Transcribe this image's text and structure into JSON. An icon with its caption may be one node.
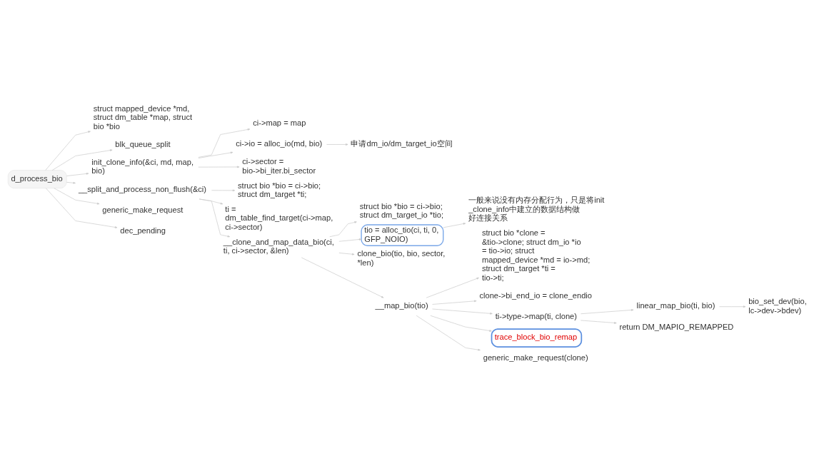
{
  "diagram": {
    "nodes": [
      {
        "text": [
          "d_process_bio"
        ]
      },
      {
        "text": [
          "struct mapped_device *md, struct dm_table *map, struct bio *bio"
        ]
      },
      {
        "text": [
          "blk_queue_split"
        ]
      },
      {
        "text": [
          "init_clone_info(&ci, md, map, bio)"
        ]
      },
      {
        "text": [
          "ci->map = map"
        ]
      },
      {
        "text": [
          "ci->io = alloc_io(md, bio)"
        ]
      },
      {
        "text": [
          "申请dm_io/dm_target_io空间"
        ]
      },
      {
        "text": [
          "ci->sector = bio->bi_iter.bi_sector"
        ]
      },
      {
        "text": [
          "__split_and_process_non_flush(&ci)"
        ]
      },
      {
        "text": [
          "struct bio *bio = ci->bio; struct dm_target *ti;"
        ]
      },
      {
        "text": [
          "ti = dm_table_find_target(ci->map, ci->sector)"
        ]
      },
      {
        "text": [
          "__clone_and_map_data_bio(ci, ti, ci->sector, &len)"
        ]
      },
      {
        "text": [
          "struct bio *bio = ci->bio; struct dm_target_io *tio;"
        ]
      },
      {
        "text": [
          "tio = alloc_tio(ci, ti, 0, GFP_NOIO)"
        ]
      },
      {
        "text": [
          "一般来说没有内存分配行为，只是将init_clone_info中建立的数据结构做好连接关系"
        ]
      },
      {
        "text": [
          "clone_bio(tio, bio, sector, *len)"
        ]
      },
      {
        "text": [
          "__map_bio(tio)"
        ]
      },
      {
        "text": [
          "struct bio *clone = &tio->clone; struct dm_io *io = tio->io; struct mapped_device *md = io->md; struct dm_target *ti = tio->ti;"
        ]
      },
      {
        "text": [
          "clone->bi_end_io = clone_endio"
        ]
      },
      {
        "text": [
          "ti->type->map(ti, clone)"
        ]
      },
      {
        "text": [
          "linear_map_bio(ti, bio)"
        ]
      },
      {
        "text": [
          "bio_set_dev(bio, lc->dev->bdev)"
        ]
      },
      {
        "text": [
          "return DM_MAPIO_REMAPPED"
        ]
      },
      {
        "text": [
          "trace_block_bio_remap"
        ]
      },
      {
        "text": [
          "generic_make_request(clone)"
        ]
      },
      {
        "text": [
          "generic_make_request"
        ]
      },
      {
        "text": [
          "dec_pending"
        ]
      }
    ],
    "edges": [
      {
        "from": 0,
        "to": 1,
        "arrow": "to"
      },
      {
        "from": 0,
        "to": 2,
        "arrow": "to"
      },
      {
        "from": 0,
        "to": 3,
        "arrow": "to"
      },
      {
        "from": 3,
        "to": 4,
        "arrow": "to"
      },
      {
        "from": 3,
        "to": 5,
        "arrow": "to"
      },
      {
        "from": 5,
        "to": 6,
        "arrow": "to"
      },
      {
        "from": 3,
        "to": 7,
        "arrow": "to"
      },
      {
        "from": 0,
        "to": 8,
        "arrow": "to"
      },
      {
        "from": 8,
        "to": 9,
        "arrow": "to"
      },
      {
        "from": 8,
        "to": 10,
        "arrow": "to"
      },
      {
        "from": 8,
        "to": 11,
        "arrow": "to"
      },
      {
        "from": 11,
        "to": 12,
        "arrow": "to"
      },
      {
        "from": 11,
        "to": 13,
        "arrow": "to"
      },
      {
        "from": 13,
        "to": 14,
        "arrow": "to"
      },
      {
        "from": 11,
        "to": 15,
        "arrow": "to"
      },
      {
        "from": 11,
        "to": 16,
        "arrow": "to"
      },
      {
        "from": 16,
        "to": 17,
        "arrow": "to"
      },
      {
        "from": 16,
        "to": 18,
        "arrow": "to"
      },
      {
        "from": 16,
        "to": 19,
        "arrow": "to"
      },
      {
        "from": 19,
        "to": 20,
        "arrow": "to"
      },
      {
        "from": 20,
        "to": 21,
        "arrow": "to"
      },
      {
        "from": 19,
        "to": 22,
        "arrow": "to"
      },
      {
        "from": 16,
        "to": 23,
        "arrow": "to"
      },
      {
        "from": 16,
        "to": 24,
        "arrow": "to"
      },
      {
        "from": 0,
        "to": 25,
        "arrow": "to"
      },
      {
        "from": 0,
        "to": 26,
        "arrow": "to"
      }
    ]
  }
}
